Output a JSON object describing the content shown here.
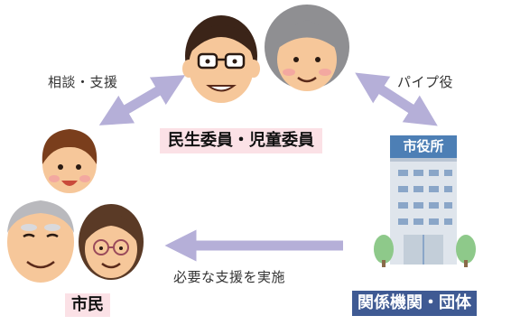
{
  "labels": {
    "consultation": "相談・支援",
    "pipe_role": "パイプ役",
    "provide_support": "必要な支援を実施",
    "welfare_commissioners": "民生委員・児童委員",
    "city_hall": "市役所",
    "related_organizations": "関係機関・団体",
    "citizens": "市民"
  },
  "colors": {
    "arrow": "#b5afd8",
    "pink_label_bg": "#fbe1e6",
    "city_hall_blue": "#4d7fb5",
    "org_label_navy": "#3f5a93",
    "skin": "#f6c79a",
    "hair_dark": "#3b2418",
    "hair_gray": "#8f8f92"
  },
  "icons": {
    "welfare_man": "man-with-glasses-icon",
    "welfare_woman": "elderly-woman-icon",
    "child": "child-face-icon",
    "elderly_man": "elderly-man-icon",
    "citizen_woman": "woman-with-glasses-icon",
    "building": "city-hall-building-icon"
  }
}
